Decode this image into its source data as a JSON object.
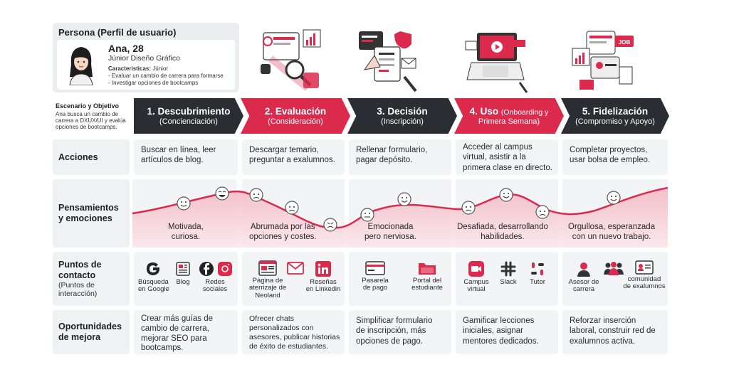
{
  "persona": {
    "title": "Persona (Perfil de usuario)",
    "name": "Ana, 28",
    "role": "Júnior Diseño Gráfico",
    "characteristics_label": "Características:",
    "characteristics_value": "Júnior",
    "bullet_1": "- Evaluar un cambio de carrera para formarse",
    "bullet_2": "- Investigar opciones de bootcamps"
  },
  "scenario": {
    "title": "Escenario y Objetivo",
    "text_1": "Ana busca un cambio de",
    "text_2": "carrera a DXUX/UI y evalúa",
    "text_3": "opciones de bootcamps."
  },
  "stages": [
    {
      "title": "1. Descubrimiento",
      "subtitle": "(Concienciación)",
      "color": "#2b2d33"
    },
    {
      "title": "2. Evaluación",
      "subtitle": "(Consideración)",
      "color": "#dc2a4c"
    },
    {
      "title": "3. Decisión",
      "subtitle": "(Inscripción)",
      "color": "#2b2d33"
    },
    {
      "title": "4. Uso",
      "title_extra": "(Onboarding y",
      "subtitle": "Primera Semana)",
      "color": "#dc2a4c"
    },
    {
      "title": "5. Fidelización",
      "subtitle": "(Compromiso y Apoyo)",
      "color": "#2b2d33"
    }
  ],
  "rows": {
    "acciones": "Acciones",
    "pensamientos_1": "Pensamientos",
    "pensamientos_2": "y emociones",
    "puntos_1": "Puntos de",
    "puntos_2": "contacto",
    "puntos_sub_1": "(Puntos de",
    "puntos_sub_2": "interacción)",
    "oportunidades_1": "Oportunidades",
    "oportunidades_2": "de mejora"
  },
  "actions": [
    [
      "Buscar en línea, leer",
      "artículos de blog."
    ],
    [
      "Descargar temario,",
      "preguntar a exalumnos."
    ],
    [
      "Rellenar formulario,",
      "pagar depósito."
    ],
    [
      "Acceder al campus",
      "virtual, asistir a la",
      "primera clase en directo."
    ],
    [
      "Completar proyectos,",
      "usar bolsa de empleo."
    ]
  ],
  "emotions": [
    [
      "Motivada,",
      "curiosa."
    ],
    [
      "Abrumada por las",
      "opciones y costes."
    ],
    [
      "Emocionada",
      "pero nerviosa."
    ],
    [
      "Desafiada, desarrollando",
      "habilidades."
    ],
    [
      "Orgullosa, esperanzada",
      "con un nuevo trabajo."
    ]
  ],
  "touchpoints": [
    [
      {
        "icon": "google-icon",
        "l1": "Búsqueda",
        "l2": "en Google"
      },
      {
        "icon": "blog-icon",
        "l1": "Blog",
        "l2": ""
      },
      {
        "icon": "social-icon",
        "l1": "Redes",
        "l2": "sociales"
      }
    ],
    [
      {
        "icon": "landing-page-icon",
        "l1": "Página de",
        "l2": "aterrizaje de",
        "l3": "Neoland"
      },
      {
        "icon": "email-icon",
        "l1": "",
        "l2": ""
      },
      {
        "icon": "linkedin-icon",
        "l1": "Reseñas",
        "l2": "en Linkedin"
      }
    ],
    [
      {
        "icon": "payment-card-icon",
        "l1": "Pasarela",
        "l2": "de pago"
      },
      {
        "icon": "folder-icon",
        "l1": "Portal del",
        "l2": "estudiante"
      }
    ],
    [
      {
        "icon": "video-campus-icon",
        "l1": "Campus",
        "l2": "virtual"
      },
      {
        "icon": "slack-icon",
        "l1": "Slack",
        "l2": ""
      },
      {
        "icon": "tutor-icon",
        "l1": "Tutor",
        "l2": ""
      }
    ],
    [
      {
        "icon": "advisor-icon",
        "l1": "Asesor de",
        "l2": "carrera"
      },
      {
        "icon": "community-icon",
        "l1": "",
        "l2": ""
      },
      {
        "icon": "alumni-card-icon",
        "l1": "comunidad",
        "l2": "de exalumnos"
      }
    ]
  ],
  "opportunities": [
    [
      "Crear más guías de",
      "cambio de carrera,",
      "mejorar SEO para",
      "bootcamps."
    ],
    [
      "Ofrecer chats",
      "personalizados con",
      "asesores, publicar historias",
      "de éxito de estudiantes."
    ],
    [
      "Simplificar formulario",
      "de inscripción, más",
      "opciones de pago."
    ],
    [
      "Gamificar lecciones",
      "iniciales, asignar",
      "mentores dedicados."
    ],
    [
      "Reforzar inserción",
      "laboral, construir red de",
      "exalumnos activa."
    ]
  ],
  "illustration_labels": {
    "job": "JOB"
  },
  "colors": {
    "accent_red": "#dc2a4c",
    "dark": "#2b2d33",
    "cell_bg": "#f3f4f6"
  }
}
